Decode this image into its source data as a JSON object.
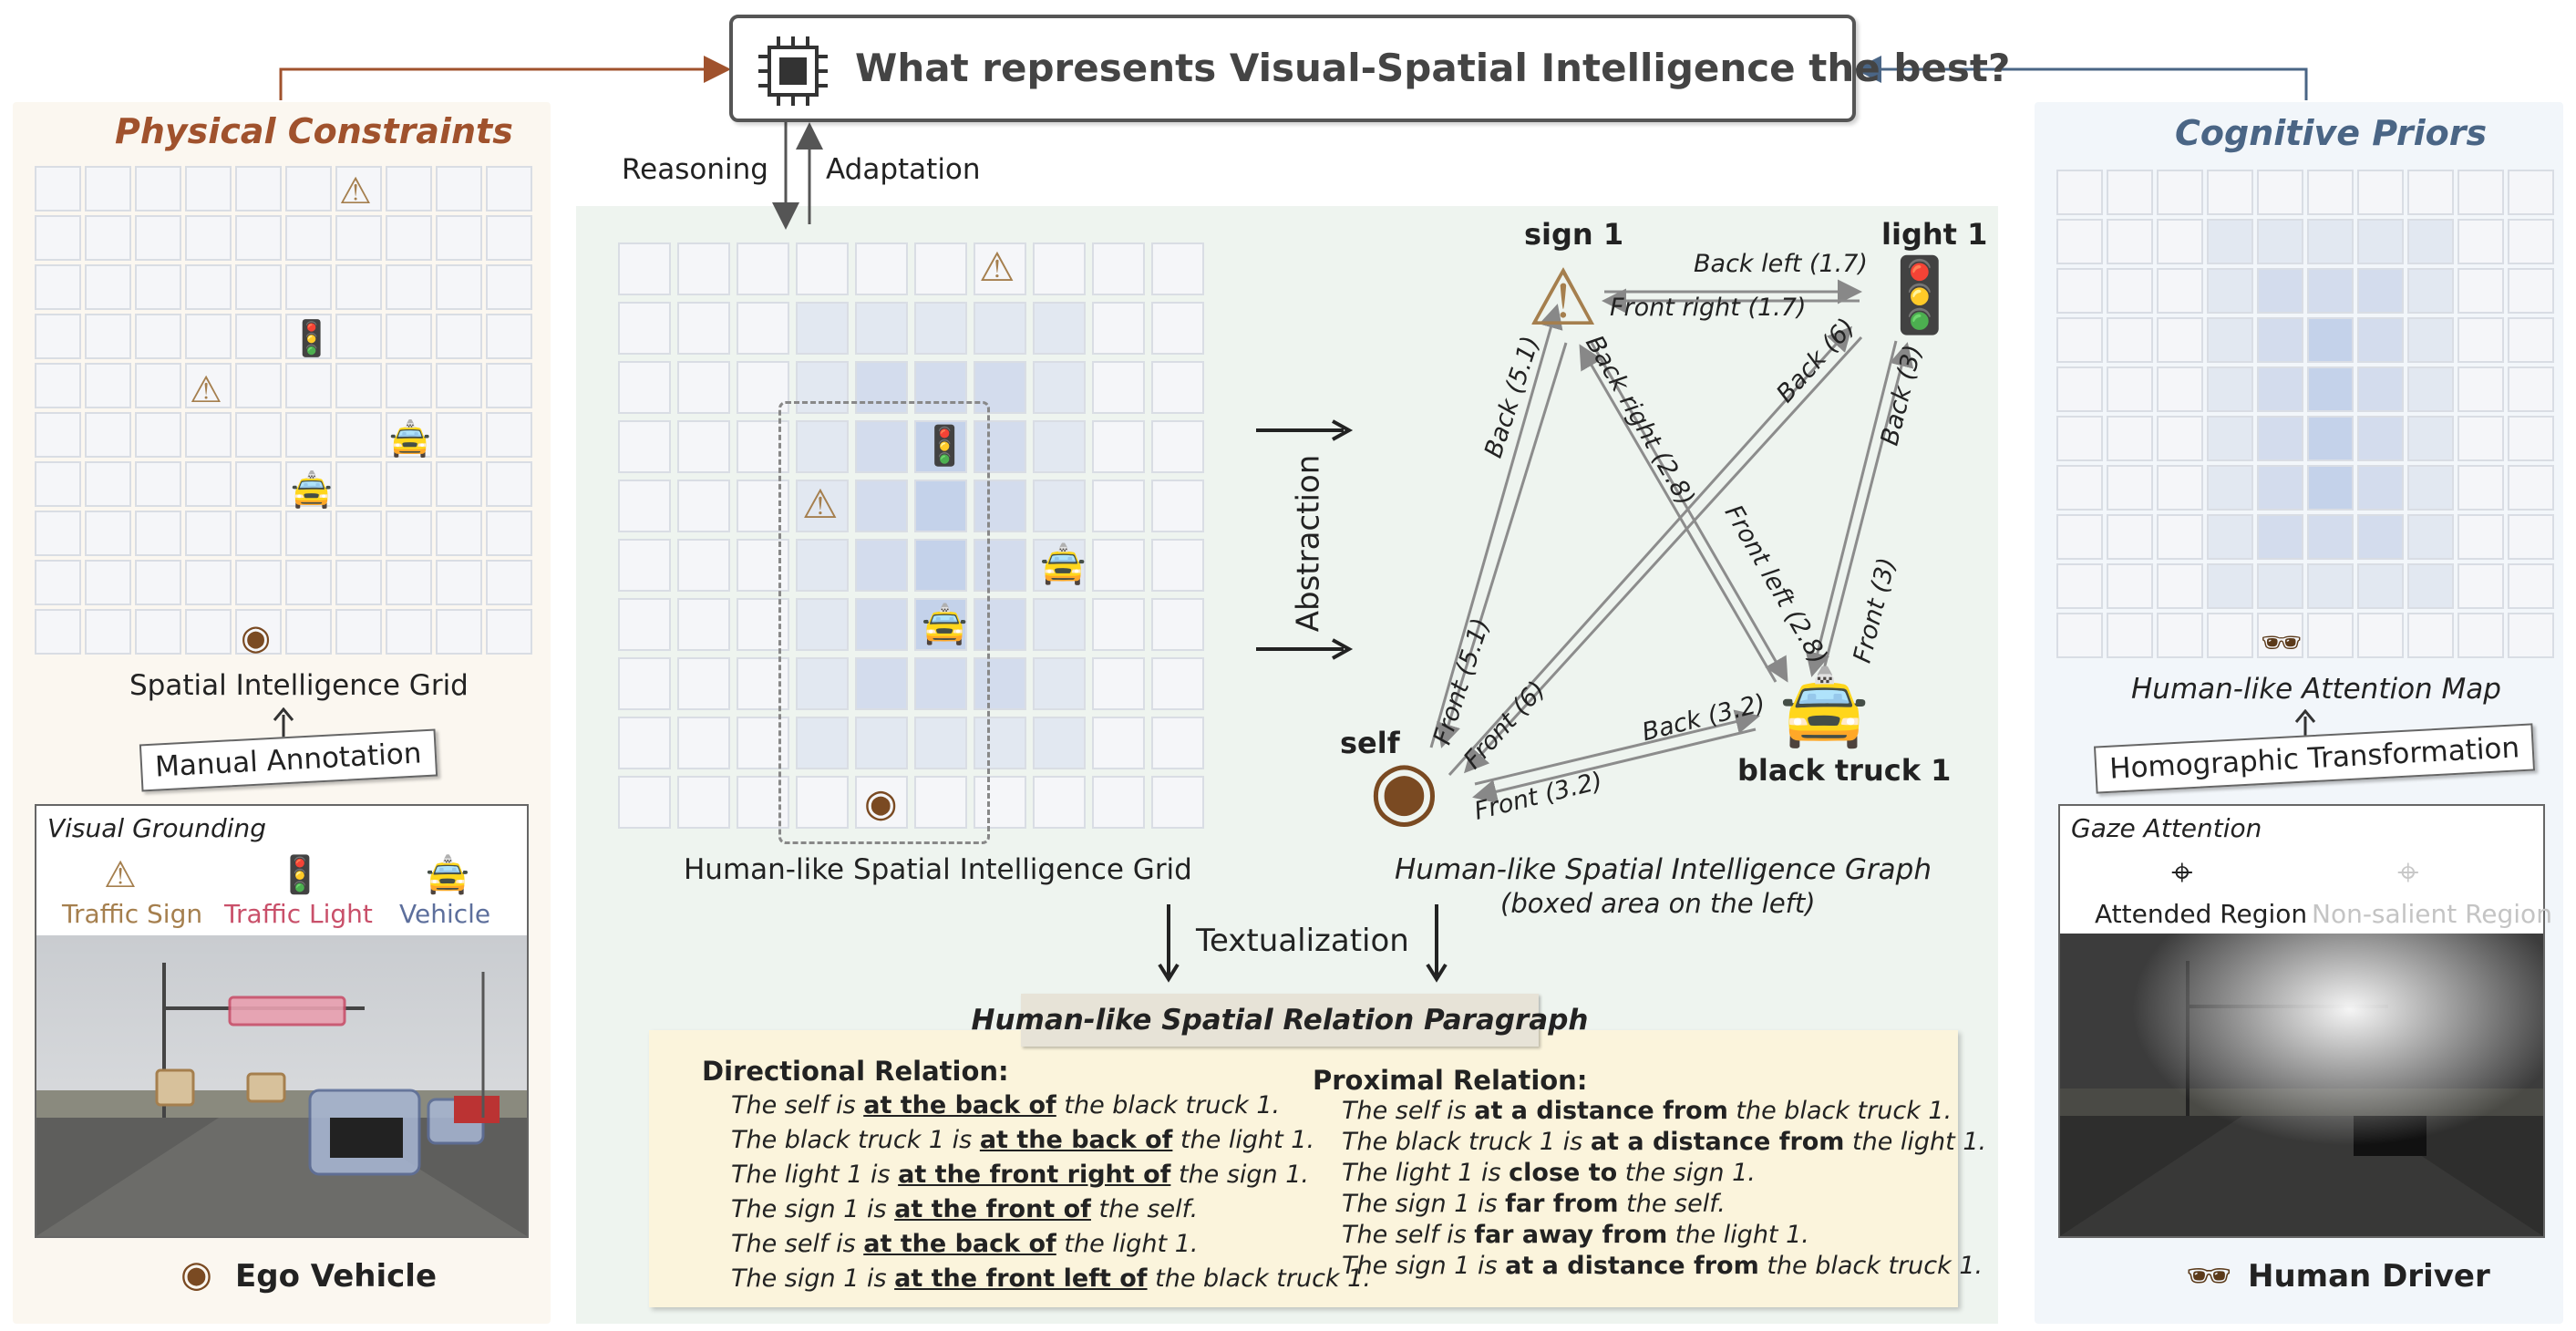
{
  "question": {
    "text": "What represents Visual-Spatial Intelligence the best?"
  },
  "arrows": {
    "reasoning": "Reasoning",
    "adaptation": "Adaptation",
    "abstraction": "Abstraction",
    "textualization": "Textualization"
  },
  "left_panel": {
    "title": "Physical Constraints",
    "grid_caption": "Spatial Intelligence Grid",
    "annotation_label": "Manual Annotation",
    "grounding_title": "Visual Grounding",
    "legend": [
      "Traffic Sign",
      "Traffic Light",
      "Vehicle"
    ],
    "footer": "Ego Vehicle"
  },
  "center": {
    "grid_caption": "Human-like Spatial Intelligence Grid",
    "graph_caption": "Human-like Spatial Intelligence Graph",
    "graph_subcaption": "(boxed area on the left)",
    "nodes": {
      "sign": "sign 1",
      "light": "light 1",
      "self": "self",
      "truck": "black truck 1"
    },
    "edges": {
      "back_left": "Back left (1.7)",
      "front_right": "Front right (1.7)",
      "back_51": "Back (5.1)",
      "back_right": "Back right (2.8)",
      "back_6": "Back (6)",
      "back_3": "Back (3)",
      "front_left": "Front left (2.8)",
      "front_51": "Front (5.1)",
      "front_6": "Front (6)",
      "front_3": "Front (3)",
      "back_32": "Back (3.2)",
      "front_32": "Front (3.2)"
    }
  },
  "paragraph": {
    "title": "Human-like Spatial Relation Paragraph",
    "directional_title": "Directional Relation:",
    "directional": [
      [
        "The self is ",
        "at the back of",
        " the black truck 1."
      ],
      [
        "The black truck 1 is ",
        "at the back of",
        " the light 1."
      ],
      [
        "The light 1 is ",
        "at the front right of",
        " the sign 1."
      ],
      [
        "The sign 1 is ",
        "at the front of",
        " the self."
      ],
      [
        "The self is ",
        "at the back of",
        " the light 1."
      ],
      [
        "The sign 1 is ",
        "at the front left of",
        " the black truck 1."
      ]
    ],
    "proximal_title": "Proximal Relation:",
    "proximal": [
      [
        "The self is ",
        "at a distance from",
        " the black truck 1."
      ],
      [
        "The black truck 1 is ",
        "at a distance from",
        " the light 1."
      ],
      [
        "The light 1 is ",
        "close to",
        " the sign 1."
      ],
      [
        "The sign 1 is ",
        "far from",
        " the self."
      ],
      [
        "The self is ",
        "far away from",
        " the light 1."
      ],
      [
        "The sign 1 is ",
        "at a distance from",
        " the black truck 1."
      ]
    ]
  },
  "right_panel": {
    "title": "Cognitive Priors",
    "grid_caption": "Human-like Attention Map",
    "transform_label": "Homographic Transformation",
    "gaze_title": "Gaze Attention",
    "legend": [
      "Attended Region",
      "Non-salient Region"
    ],
    "footer": "Human Driver"
  },
  "colors": {
    "sign": "#a57f4e",
    "light": "#c9506a",
    "vehicle": "#5d6f9c",
    "left_title": "#a0522d",
    "right_title": "#4a6585"
  }
}
